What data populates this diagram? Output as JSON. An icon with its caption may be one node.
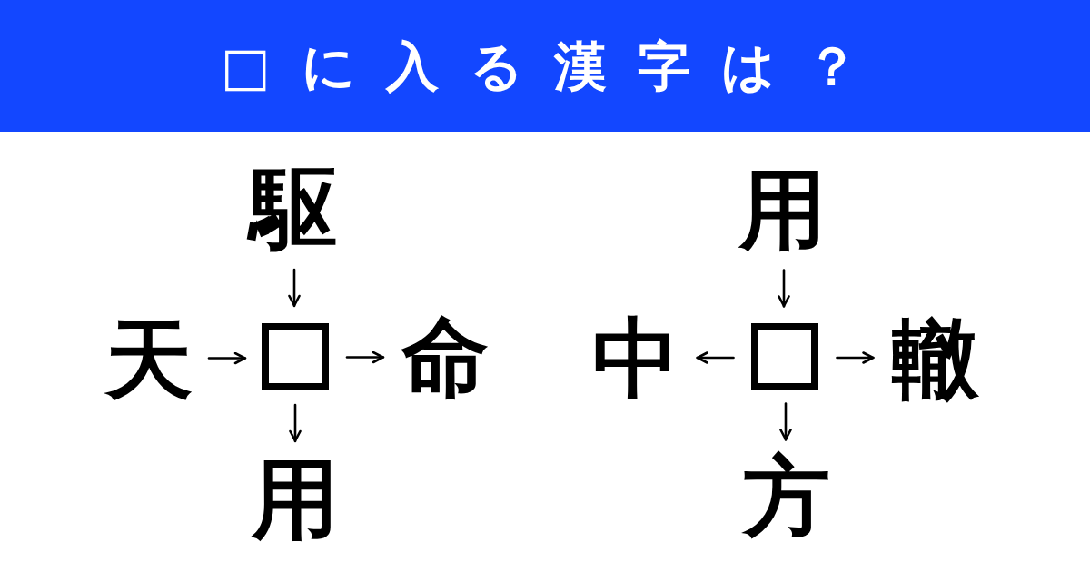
{
  "diagram": {
    "title": "□に入る漢字は？",
    "nodes": [
      {
        "text": [
          "駆"
        ]
      },
      {
        "text": [
          "天"
        ]
      },
      {
        "text": [],
        "shape": "box"
      },
      {
        "text": [
          "命"
        ]
      },
      {
        "text": [
          "用"
        ]
      },
      {
        "text": [
          "用"
        ]
      },
      {
        "text": [
          "中"
        ]
      },
      {
        "text": [],
        "shape": "box"
      },
      {
        "text": [
          "轍"
        ]
      },
      {
        "text": [
          "方"
        ]
      }
    ],
    "edges": [
      {
        "from": 0,
        "to": 2,
        "arrow": "to"
      },
      {
        "from": 1,
        "to": 2,
        "arrow": "to"
      },
      {
        "from": 2,
        "to": 3,
        "arrow": "to"
      },
      {
        "from": 2,
        "to": 4,
        "arrow": "to"
      },
      {
        "from": 5,
        "to": 7,
        "arrow": "to"
      },
      {
        "from": 7,
        "to": 6,
        "arrow": "to"
      },
      {
        "from": 7,
        "to": 8,
        "arrow": "to"
      },
      {
        "from": 7,
        "to": 9,
        "arrow": "to"
      }
    ]
  }
}
